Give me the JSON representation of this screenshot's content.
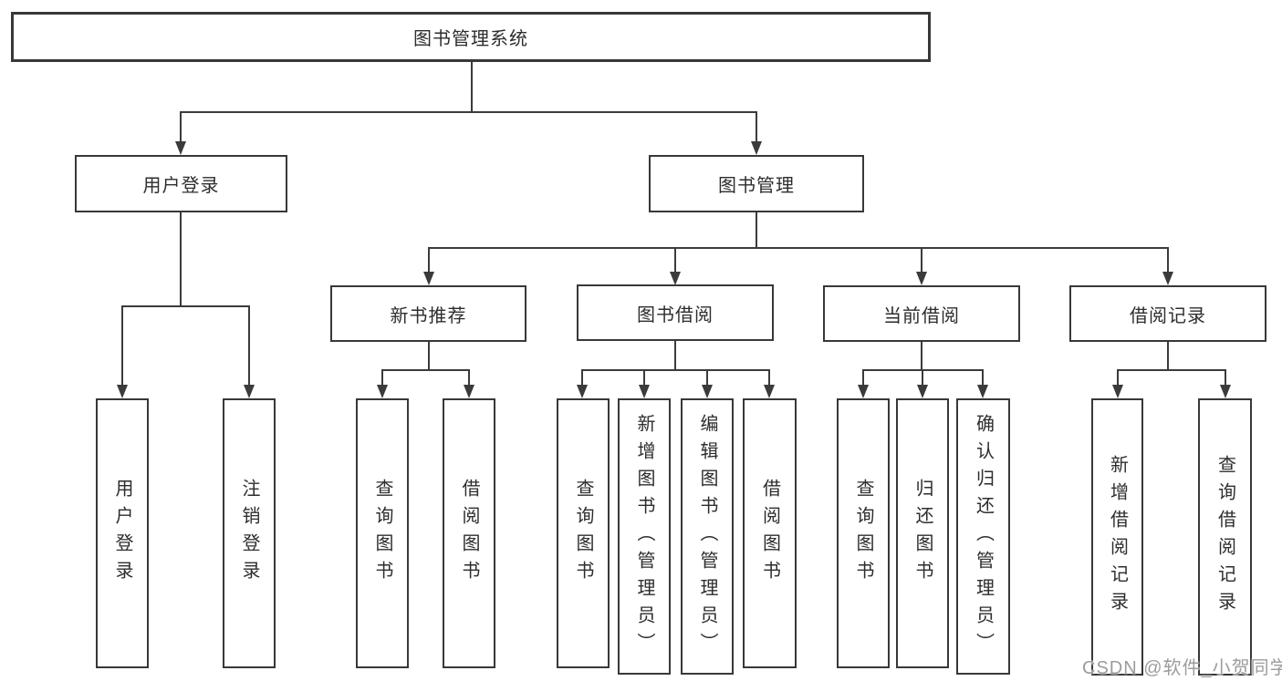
{
  "diagram": {
    "title": "图书管理系统",
    "root": {
      "label": "图书管理系统"
    },
    "branches": [
      {
        "label": "用户登录",
        "children": [
          {
            "label": "用户登录"
          },
          {
            "label": "注销登录"
          }
        ]
      },
      {
        "label": "图书管理",
        "children": [
          {
            "label": "新书推荐",
            "children": [
              {
                "label": "查询图书"
              },
              {
                "label": "借阅图书"
              }
            ]
          },
          {
            "label": "图书借阅",
            "children": [
              {
                "label": "查询图书"
              },
              {
                "label": "新增图书（管理员）"
              },
              {
                "label": "编辑图书（管理员）"
              },
              {
                "label": "借阅图书"
              }
            ]
          },
          {
            "label": "当前借阅",
            "children": [
              {
                "label": "查询图书"
              },
              {
                "label": "归还图书"
              },
              {
                "label": "确认归还（管理员）"
              }
            ]
          },
          {
            "label": "借阅记录",
            "children": [
              {
                "label": "新增借阅记录"
              },
              {
                "label": "查询借阅记录"
              }
            ]
          }
        ]
      }
    ]
  },
  "watermark": {
    "text": "CSDN @软件_小贺同学"
  },
  "colors": {
    "line": "#3b3b3b",
    "border": "#383838",
    "text": "#2d2d2d",
    "watermark": "#9c9c9c",
    "background": "#ffffff"
  }
}
